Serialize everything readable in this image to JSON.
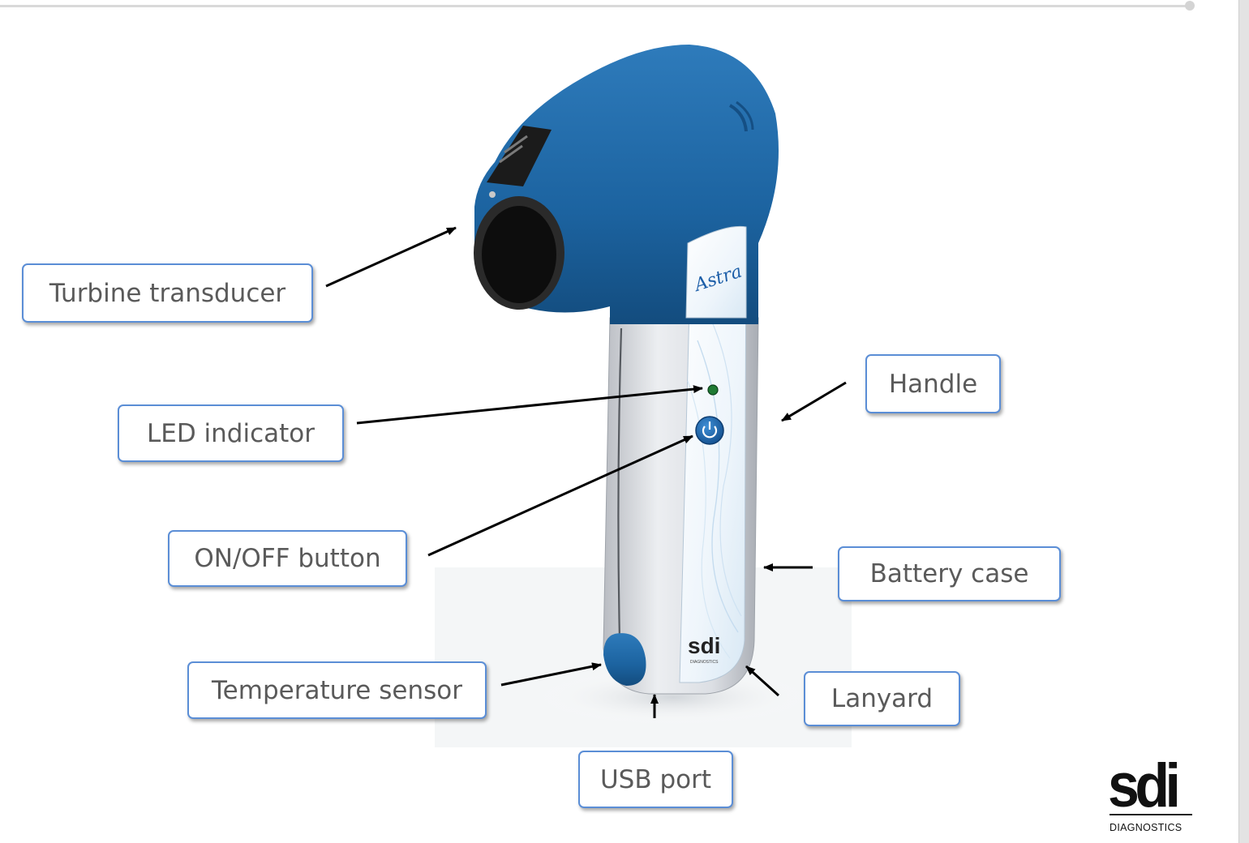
{
  "labels": {
    "turbine_transducer": "Turbine transducer",
    "led_indicator": "LED indicator",
    "on_off_button": "ON/OFF button",
    "temperature_sensor": "Temperature sensor",
    "usb_port": "USB port",
    "handle": "Handle",
    "battery_case": "Battery case",
    "lanyard": "Lanyard"
  },
  "device": {
    "brand_script": "Astra",
    "panel_logo": "sdi",
    "panel_logo_sub": "DIAGNOSTICS"
  },
  "logo": {
    "mark": "sdi",
    "subtitle": "DIAGNOSTICS"
  },
  "colors": {
    "device_blue": "#1c63a0",
    "label_border": "#5b8ed6",
    "label_text": "#5a5a5a",
    "logo_accent": "#e0531f",
    "spell_underline": "#e0312a"
  }
}
